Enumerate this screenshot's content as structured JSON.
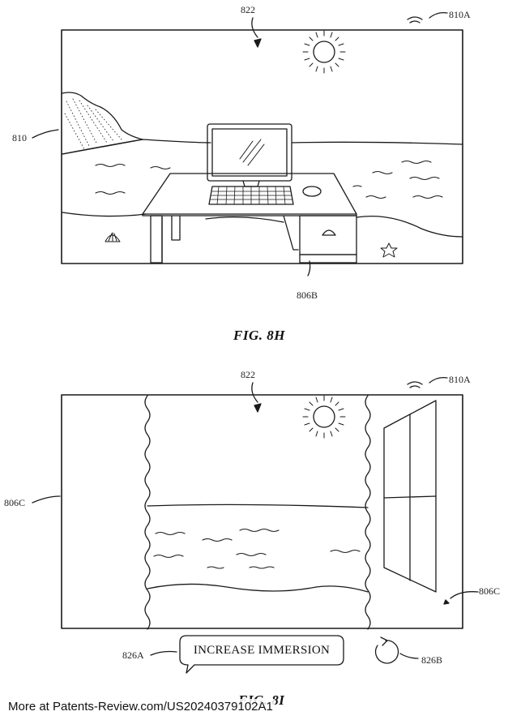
{
  "figure_h": {
    "caption": "FIG. 8H",
    "labels": {
      "environment": "822",
      "device_indicator": "810A",
      "virtual_environment": "810",
      "desk": "806B"
    }
  },
  "figure_i": {
    "caption": "FIG. 8I",
    "labels": {
      "environment": "822",
      "device_indicator": "810A",
      "left_region": "806C",
      "right_region": "806C",
      "button_ref": "826A",
      "rotate_ref": "826B"
    },
    "button_label": "INCREASE IMMERSION"
  },
  "footer": {
    "text": "More at Patents-Review.com/US20240379102A1"
  }
}
